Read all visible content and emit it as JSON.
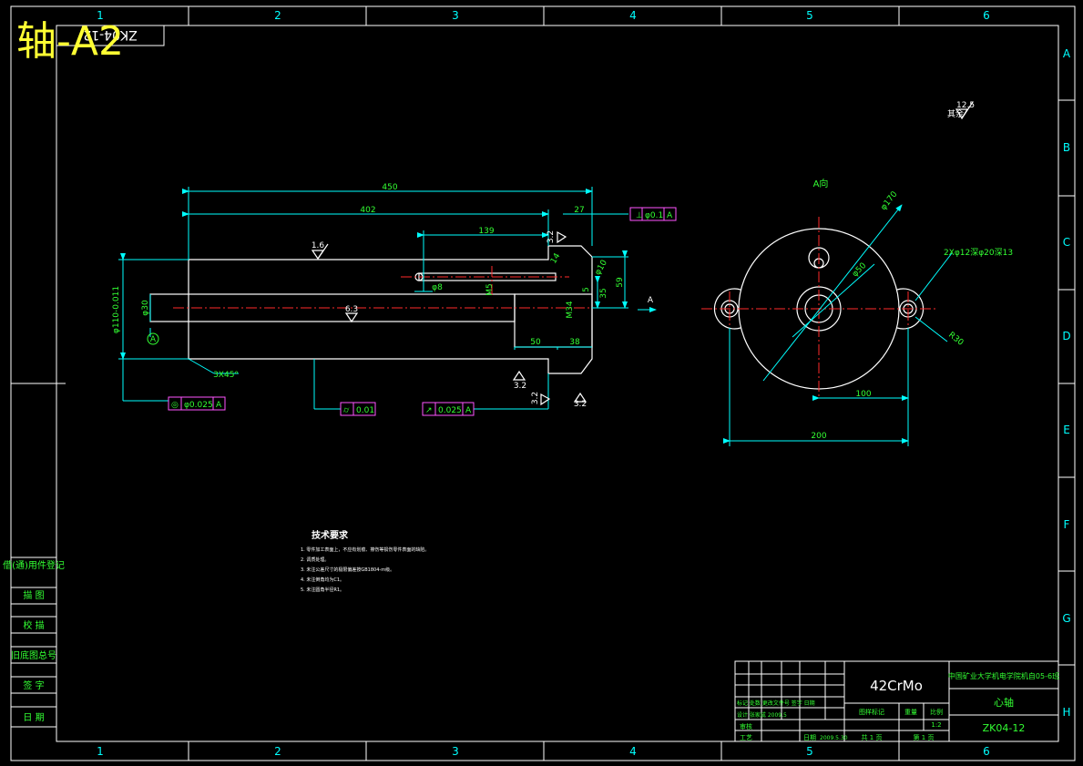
{
  "overlay_title": "轴-A2",
  "grid": {
    "columns": [
      "1",
      "2",
      "3",
      "4",
      "5",
      "6"
    ],
    "rows": [
      "A",
      "B",
      "C",
      "D",
      "E",
      "F",
      "G",
      "H"
    ]
  },
  "drawing_number_rotated": "ZK04-12",
  "surface_finish_general": {
    "value": "12.5",
    "label": "其余"
  },
  "view_label": "A向",
  "section_arrow_label": "A",
  "dims_front": {
    "total_length": "450",
    "length_402": "402",
    "length_139": "139",
    "length_27": "27",
    "length_50": "50",
    "length_38": "38",
    "dia_main": "φ110-0.011",
    "dia_bore": "φ30",
    "dia_8": "φ8",
    "dia_10": "φ10",
    "m34": "M34",
    "m5": "M5",
    "d14": "14",
    "d35": "35",
    "d59": "59",
    "d5": "5",
    "chamfer": "3X45°",
    "rough_1_6": "1.6",
    "rough_6_3": "6.3",
    "rough_3_2a": "3.2",
    "rough_3_2b": "3.2",
    "rough_3_2c": "3.2",
    "rough_3_2d": "3.2",
    "datum": "A"
  },
  "tolerances": {
    "perp": {
      "symbol": "⊥",
      "value": "φ0.1",
      "datum": "A"
    },
    "conc": {
      "symbol": "◎",
      "value": "φ0.025",
      "datum": "A"
    },
    "cyl": {
      "symbol": "⌭",
      "value": "0.01"
    },
    "runout": {
      "symbol": "↗",
      "value": "0.025",
      "datum": "A"
    }
  },
  "dims_side": {
    "dia_170": "φ170",
    "holes": "2Xφ12深φ20深13",
    "dia_50": "φ50",
    "r30": "R30",
    "d100": "100",
    "d200": "200"
  },
  "tech_requirements": {
    "title": "技术要求",
    "items": [
      "1. 零件加工表面上，不应有划痕、擦伤等损伤零件表面的缺陷。",
      "2. 调质处理。",
      "3. 未注公差尺寸的极限偏差按GB1804-m级。",
      "4. 未注倒角均为C1。",
      "5. 未注圆角半径R1。"
    ]
  },
  "side_strip": [
    "借(通)用件登记",
    "描 图",
    "校 描",
    "旧底图总号",
    "签 字",
    "日 期"
  ],
  "title_block": {
    "material": "42CrMo",
    "school": "中国矿业大学机电学院机自05-6班",
    "part_name": "心轴",
    "drawing_no": "ZK04-12",
    "scale_hdr": [
      "图样标记",
      "重量",
      "比例"
    ],
    "scale": "1:2",
    "sheet_total": "共 1 页",
    "sheet_no": "第 1 页",
    "left_rows": [
      "标记 处数 更改文件号 签字 日期",
      "设计 张家成 2009.5"
    ],
    "review": "审核",
    "process": "工艺",
    "date_label": "日期",
    "date": "2009.5.30"
  }
}
